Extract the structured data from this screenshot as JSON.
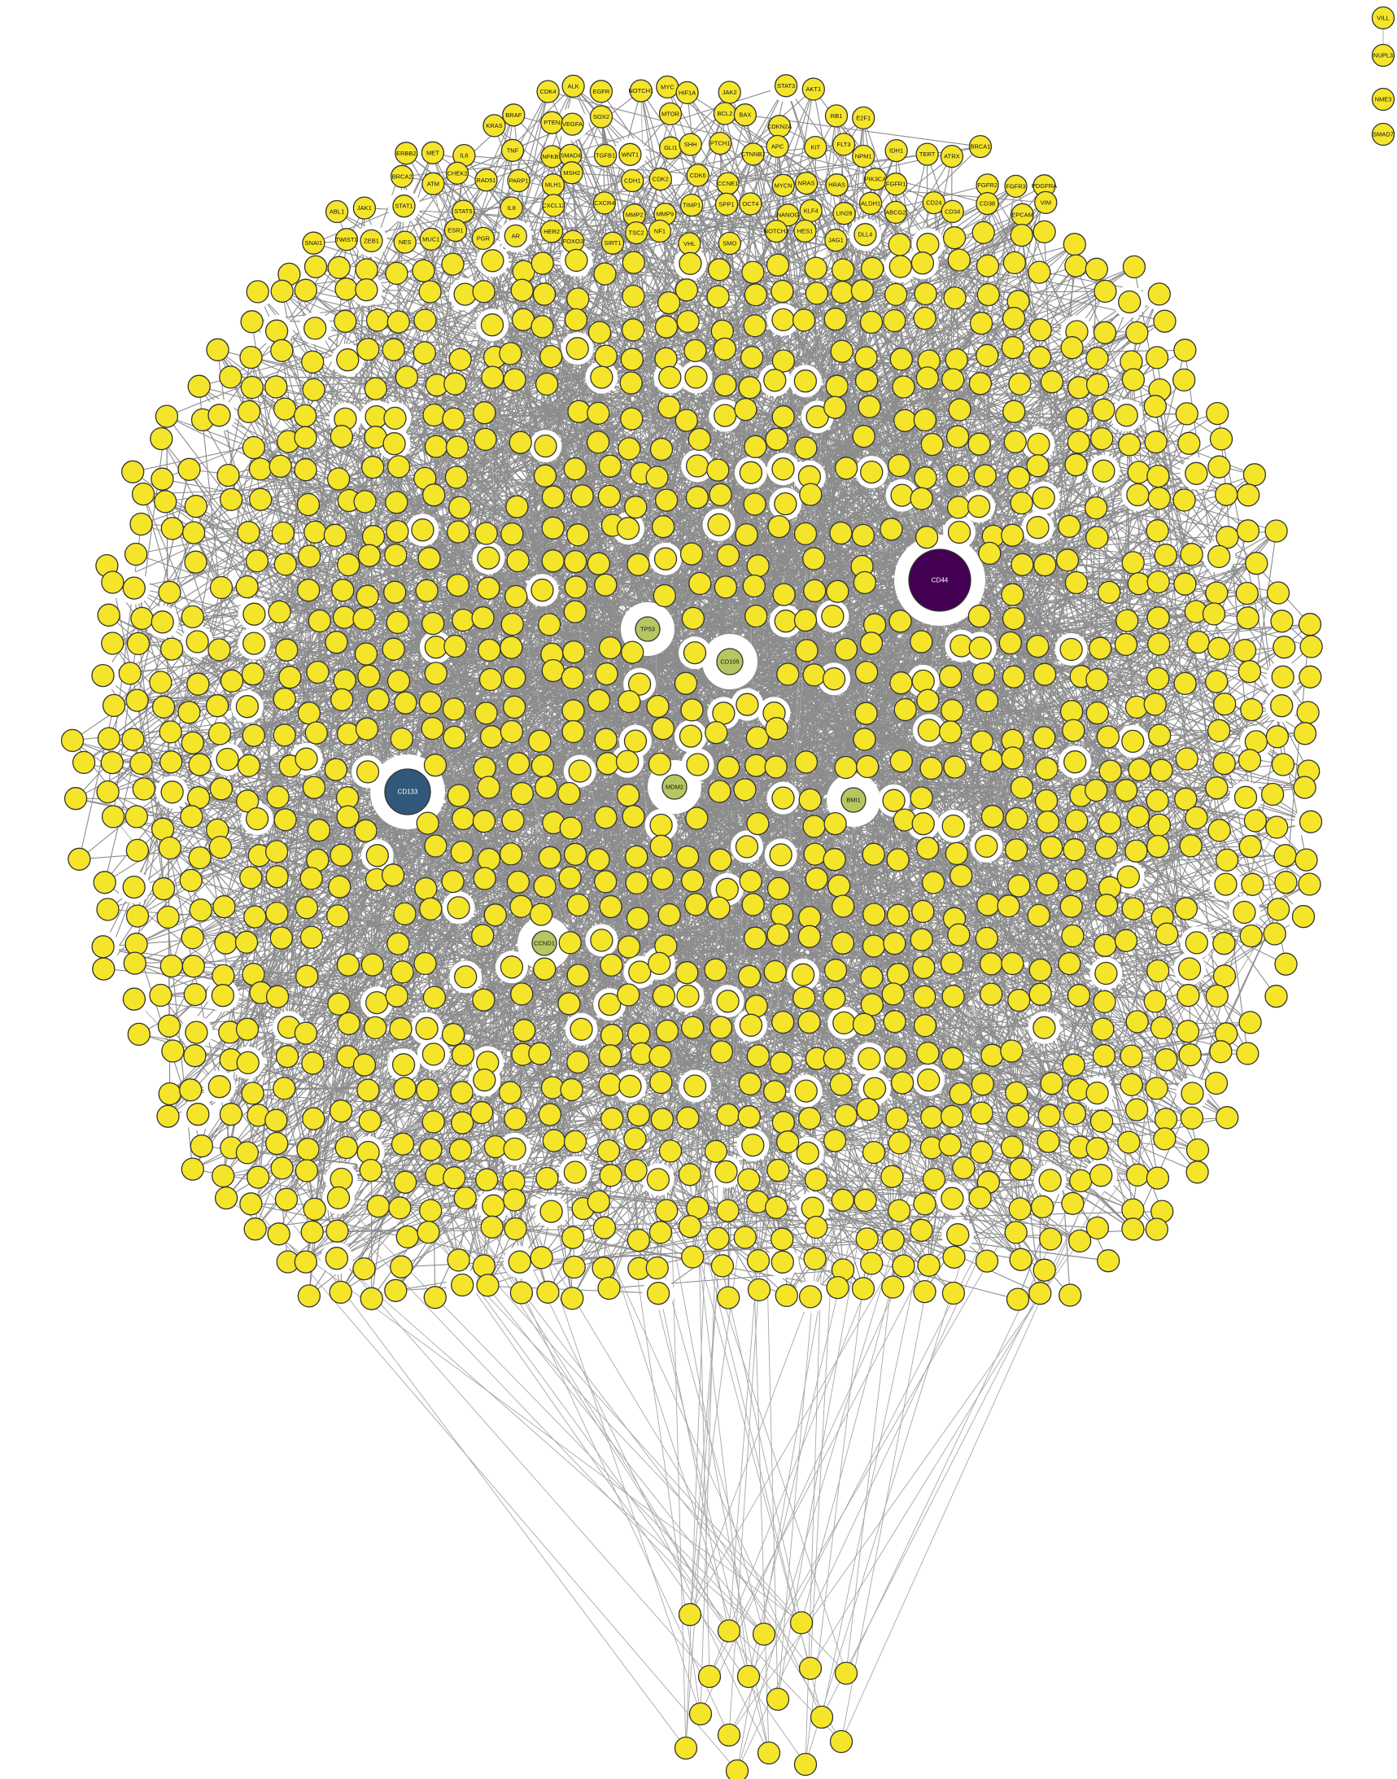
{
  "colors": {
    "background": "#ffffff",
    "node_default": "#f5e52a",
    "node_stroke": "#333333",
    "edge": "#8c8c8c",
    "hub_primary": "#440154",
    "hub_secondary": "#31577a",
    "hub_tertiary": "#b5c760"
  },
  "hubs": [
    {
      "id": "CD44",
      "label": "CD44",
      "color": "#440154",
      "level": 1.0
    },
    {
      "id": "CD133",
      "label": "CD133",
      "color": "#31577a",
      "level": 0.72
    },
    {
      "id": "TP53",
      "label": "TP53",
      "color": "#b5c760",
      "level": 0.3
    },
    {
      "id": "CD105",
      "label": "CD105",
      "color": "#b5c760",
      "level": 0.3
    },
    {
      "id": "BMI1",
      "label": "BMI1",
      "color": "#b5c760",
      "level": 0.3
    },
    {
      "id": "CCND1",
      "label": "CCND1",
      "color": "#b5c760",
      "level": 0.3
    },
    {
      "id": "MDM2",
      "label": "MDM2",
      "color": "#b5c760",
      "level": 0.3
    }
  ],
  "nodes": [
    "CDK4",
    "ALK",
    "EGFR",
    "NOTCH1",
    "MYC",
    "HIF1A",
    "JAK2",
    "STAT3",
    "AKT1",
    "KRAS",
    "BRAF",
    "PTEN",
    "VEGFA",
    "SOX2",
    "MTOR",
    "BCL2",
    "BAX",
    "CDKN2A",
    "RB1",
    "E2F1",
    "ERBB2",
    "MET",
    "IL6",
    "TNF",
    "NFKB1",
    "SMAD4",
    "TGFB1",
    "WNT1",
    "GLI1",
    "SHH",
    "PTCH1",
    "CTNNB1",
    "APC",
    "KIT",
    "FLT3",
    "NPM1",
    "IDH1",
    "TERT",
    "ATRX",
    "BRCA1",
    "BRCA2",
    "ATM",
    "CHEK2",
    "RAD51",
    "PARP1",
    "MLH1",
    "MSH2",
    "CDH1",
    "CDK2",
    "CDK6",
    "CCNE1",
    "MYCN",
    "NRAS",
    "HRAS",
    "PIK3CA",
    "FGFR1",
    "FGFR2",
    "FGFR3",
    "PDGFRA",
    "ABL1",
    "JAK1",
    "STAT1",
    "STAT5",
    "IL8",
    "CXCL12",
    "CXCR4",
    "MMP2",
    "MMP9",
    "TIMP1",
    "SPP1",
    "OCT4",
    "NANOG",
    "KLF4",
    "LIN28",
    "ALDH1",
    "ABCG2",
    "CD24",
    "CD34",
    "CD38",
    "EPCAM",
    "VIM",
    "SNAI1",
    "TWIST1",
    "ZEB1",
    "NES",
    "MUC1",
    "ESR1",
    "PGR",
    "AR",
    "HER2",
    "FOXO3",
    "SIRT1",
    "TSC2",
    "NF1",
    "VHL",
    "SMO",
    "NOTCH3",
    "HES1",
    "JAG1",
    "DLL4"
  ],
  "isolated_nodes": [
    "VILL",
    "NUPL3",
    "NME3",
    "SMAD7"
  ]
}
